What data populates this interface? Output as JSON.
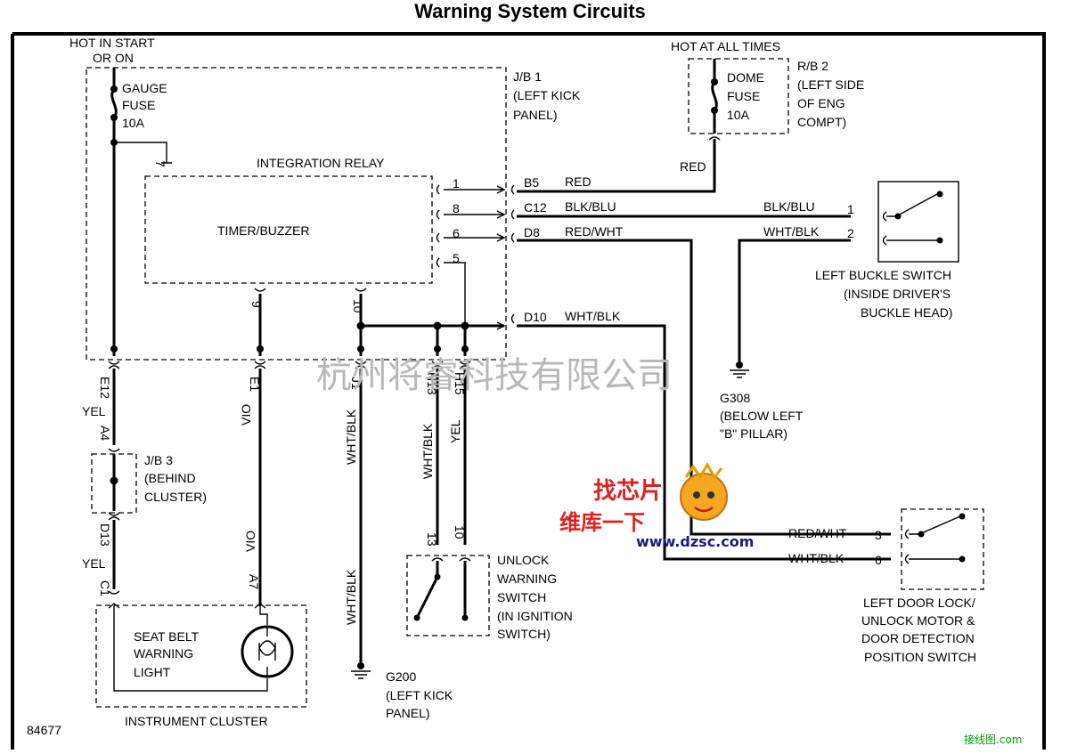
{
  "title": "Warning System Circuits",
  "figure_number": "84677",
  "power": {
    "hot_in_start_line1": "HOT IN START",
    "hot_in_start_line2": "OR ON",
    "hot_at_all_times": "HOT AT ALL TIMES"
  },
  "fuses": {
    "gauge": [
      "GAUGE",
      "FUSE",
      "10A"
    ],
    "dome": [
      "DOME",
      "FUSE",
      "10A"
    ]
  },
  "junction_blocks": {
    "jb1": [
      "J/B 1",
      "(LEFT KICK",
      "PANEL)"
    ],
    "rb2": [
      "R/B 2",
      "(LEFT SIDE",
      "OF ENG",
      "COMPT)"
    ],
    "jb3": [
      "J/B 3",
      "(BEHIND",
      "CLUSTER)"
    ]
  },
  "relay": {
    "label": "INTEGRATION RELAY",
    "inner": "TIMER/BUZZER"
  },
  "pins": {
    "p7": "7",
    "p1": "1",
    "p8": "8",
    "p6": "6",
    "p5": "5",
    "p9": "9",
    "p10": "10"
  },
  "connectors": {
    "B5": "B5",
    "C12": "C12",
    "D8": "D8",
    "D10": "D10",
    "E12": "E12",
    "E1": "E1",
    "J1": "J1",
    "H13": "H13",
    "H15": "H15",
    "A4": "A4",
    "D13": "D13",
    "C1": "C1",
    "A7": "A7",
    "sw1": "1",
    "sw2": "2",
    "ig13": "13",
    "ig10": "10",
    "d3": "3",
    "d6": "6"
  },
  "wires": {
    "red": "RED",
    "blk_blu": "BLK/BLU",
    "red_wht": "RED/WHT",
    "wht_blk": "WHT/BLK",
    "yel": "YEL",
    "vio": "VIO"
  },
  "components": {
    "buckle_switch": [
      "LEFT BUCKLE SWITCH",
      "(INSIDE DRIVER'S",
      "BUCKLE HEAD)"
    ],
    "unlock_switch": [
      "UNLOCK",
      "WARNING",
      "SWITCH",
      "(IN IGNITION",
      "SWITCH)"
    ],
    "door_switch": [
      "LEFT DOOR LOCK/",
      "UNLOCK MOTOR &",
      "DOOR DETECTION",
      "POSITION SWITCH"
    ],
    "seat_belt_light": [
      "SEAT BELT",
      "WARNING",
      "LIGHT"
    ],
    "instrument_cluster": "INSTRUMENT CLUSTER"
  },
  "grounds": {
    "g308": [
      "G308",
      "(BELOW LEFT",
      "\"B\" PILLAR)"
    ],
    "g200": [
      "G200",
      "(LEFT KICK",
      "PANEL)"
    ]
  },
  "watermarks": {
    "chinese": "杭州将睿科技有限公司",
    "logo_top": "找芯片",
    "logo_mid": "维库一下",
    "logo_url": "www.dzsc.com",
    "corner": "接线图.com"
  }
}
